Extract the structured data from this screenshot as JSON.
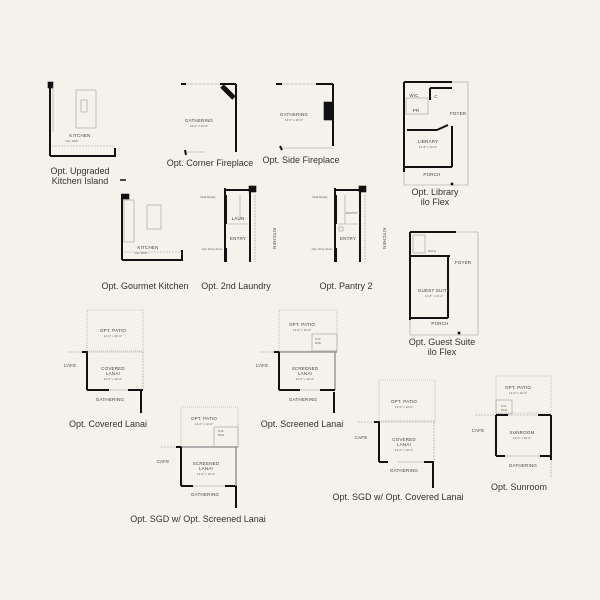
{
  "colors": {
    "background": "#f4f2ea",
    "wall": "#111111",
    "thin_line": "#9a9a9a"
  },
  "options": [
    {
      "caption": "Opt. Upgraded Kitchen Island",
      "line1": "Opt. Upgraded",
      "line2": "Kitchen Island",
      "rooms": [
        {
          "name": "KITCHEN",
          "dim": "Opt. RRF"
        }
      ]
    },
    {
      "caption": "Opt. Corner Fireplace",
      "rooms": [
        {
          "name": "GATHERING",
          "dim": "16'-0\" x 16'-0\""
        }
      ]
    },
    {
      "caption": "Opt. Side Fireplace",
      "rooms": [
        {
          "name": "GATHERING",
          "dim": "16'-0\" x 16'-0\""
        }
      ]
    },
    {
      "caption": "Opt. Library ilo Flex",
      "line1": "Opt. Library",
      "line2": "ilo Flex",
      "rooms": [
        {
          "name": "LIBRARY",
          "dim": "11'-8\" x 10'-0\""
        },
        {
          "name": "FOYER"
        },
        {
          "name": "PORCH"
        },
        {
          "name": "WIC"
        },
        {
          "name": "PR"
        },
        {
          "name": "C"
        }
      ]
    },
    {
      "caption": "Opt. Gourmet Kitchen",
      "rooms": [
        {
          "name": "KITCHEN",
          "dim": "Opt. RRF"
        }
      ]
    },
    {
      "caption": "Opt. 2nd Laundry",
      "rooms": [
        {
          "name": "LAUN"
        },
        {
          "name": "ENTRY"
        },
        {
          "name": "KITCHEN"
        },
        {
          "name": "Wall Ready"
        },
        {
          "name": "Opt. Drop Zone"
        }
      ]
    },
    {
      "caption": "Opt. Pantry 2",
      "rooms": [
        {
          "name": "PANTRY 2"
        },
        {
          "name": "ENTRY"
        },
        {
          "name": "KITCHEN"
        },
        {
          "name": "Wall Ready"
        },
        {
          "name": "Opt. Drop Zone"
        }
      ]
    },
    {
      "caption": "Opt. Guest Suite ilo Flex",
      "line1": "Opt. Guest Suite",
      "line2": "ilo Flex",
      "rooms": [
        {
          "name": "GUEST SUITE",
          "dim": "11'-8\" x 10'-4\""
        },
        {
          "name": "FOYER"
        },
        {
          "name": "PORCH"
        },
        {
          "name": "BATH"
        }
      ]
    },
    {
      "caption": "Opt. Covered Lanai",
      "rooms": [
        {
          "name": "OPT. PATIO",
          "dim": "14'-0\" x 10'-0\""
        },
        {
          "name": "COVERED LANAI",
          "dim": "14'-0\" x 10'-0\""
        },
        {
          "name": "CAFE"
        },
        {
          "name": "GATHERING"
        }
      ]
    },
    {
      "caption": "Opt. Screened Lanai",
      "rooms": [
        {
          "name": "OPT. PATIO",
          "dim": "14'-0\" x 10'-0\""
        },
        {
          "name": "SCREENED LANAI",
          "dim": "14'-0\" x 10'-0\""
        },
        {
          "name": "CAFE"
        },
        {
          "name": "GATHERING"
        },
        {
          "name": "6'x4' PAD"
        }
      ]
    },
    {
      "caption": "Opt. SGD w/ Opt. Screened Lanai",
      "rooms": [
        {
          "name": "OPT. PATIO",
          "dim": "14'-0\" x 10'-0\""
        },
        {
          "name": "SCREENED LANAI",
          "dim": "14'-0\" x 10'-0\""
        },
        {
          "name": "CAFE"
        },
        {
          "name": "GATHERING"
        },
        {
          "name": "6'x4' PAD"
        }
      ]
    },
    {
      "caption": "Opt. SGD w/ Opt. Covered Lanai",
      "rooms": [
        {
          "name": "OPT. PATIO",
          "dim": "14'-0\" x 10'-0\""
        },
        {
          "name": "COVERED LANAI",
          "dim": "14'-0\" x 10'-0\""
        },
        {
          "name": "CAFE"
        },
        {
          "name": "GATHERING"
        }
      ]
    },
    {
      "caption": "Opt. Sunroom",
      "rooms": [
        {
          "name": "OPT. PATIO",
          "dim": "14'-0\" x 10'-0\""
        },
        {
          "name": "SUNROOM",
          "dim": "14'-0\" x 10'-0\""
        },
        {
          "name": "CAFE"
        },
        {
          "name": "GATHERING"
        },
        {
          "name": "6'x4' PAD"
        }
      ]
    }
  ]
}
